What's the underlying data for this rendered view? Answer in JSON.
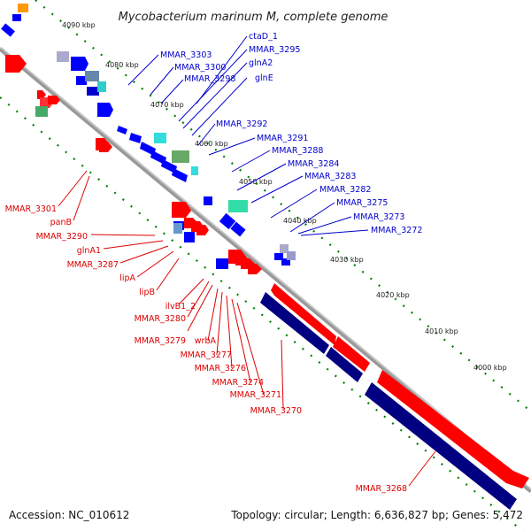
{
  "title": "Mycobacterium marinum M, complete genome",
  "accession": "Accession: NC_010612",
  "topology": "Topology: circular; Length: 6,636,827 bp; Genes: 5,472",
  "colors": {
    "forward": "#ff0000",
    "reverse": "#0000ff",
    "dark_reverse": "#000080",
    "backbone": "#999999",
    "gc_dots": "#008000",
    "label_forward": "#dd0000",
    "label_reverse": "#0000cc"
  },
  "scale_ticks": [
    "4090 kbp",
    "4080 kbp",
    "4070 kbp",
    "4060 kbp",
    "4050 kbp",
    "4040 kbp",
    "4030 kbp",
    "4020 kbp",
    "4010 kbp",
    "4000 kbp"
  ],
  "reverse_labels": [
    "ctaD_1",
    "MMAR_3303",
    "MMAR_3295",
    "MMAR_3300",
    "glnA2",
    "MMAR_3298",
    "glnE",
    "MMAR_3292",
    "MMAR_3291",
    "MMAR_3288",
    "MMAR_3284",
    "MMAR_3283",
    "MMAR_3282",
    "MMAR_3275",
    "MMAR_3273",
    "MMAR_3272"
  ],
  "forward_labels": [
    "MMAR_3301",
    "panB",
    "MMAR_3290",
    "glnA1",
    "MMAR_3287",
    "lipA",
    "lipB",
    "ilvB1_2",
    "MMAR_3280",
    "MMAR_3279",
    "wrbA",
    "MMAR_3277",
    "MMAR_3276",
    "MMAR_3274",
    "MMAR_3271",
    "MMAR_3270",
    "MMAR_3268"
  ]
}
